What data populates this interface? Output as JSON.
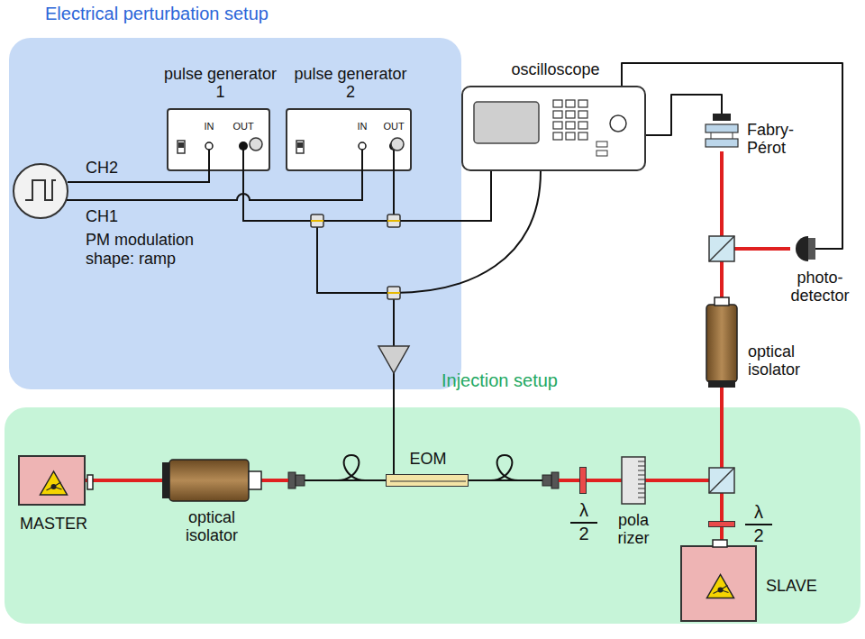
{
  "diagram": {
    "nodes": [
      {
        "text": [
          "Electrical perturbation setup"
        ]
      },
      {
        "text": [
          "pulse generator 1",
          "IN",
          "OUT"
        ],
        "in": 0
      },
      {
        "text": [
          "pulse generator 2",
          "IN",
          "OUT"
        ],
        "in": 0
      },
      {
        "text": [
          "oscilloscope"
        ]
      },
      {
        "text": [
          "Fabry- Pérot"
        ]
      },
      {
        "text": [
          "photo- detector"
        ]
      },
      {
        "text": [
          "optical isolator"
        ]
      },
      {
        "text": [
          "Injection setup"
        ]
      },
      {
        "text": [
          "MASTER"
        ],
        "in": 7
      },
      {
        "text": [
          "optical isolator"
        ],
        "in": 7
      },
      {
        "text": [
          "EOM"
        ],
        "in": 7
      },
      {
        "text": [
          "λ",
          "2"
        ],
        "in": 7
      },
      {
        "text": [
          "pola rizer"
        ],
        "in": 7
      },
      {
        "text": [
          "λ",
          "2"
        ],
        "in": 7
      },
      {
        "text": [
          "SLAVE"
        ],
        "in": 7
      }
    ],
    "edges": [
      {
        "from": 1,
        "to": 3,
        "arrow": "none"
      },
      {
        "from": 1,
        "to": 10,
        "arrow": "none"
      },
      {
        "from": 2,
        "to": 3,
        "arrow": "none"
      },
      {
        "from": 2,
        "to": 10,
        "arrow": "none"
      },
      {
        "from": 4,
        "to": 3,
        "arrow": "none"
      },
      {
        "from": 5,
        "to": 3,
        "arrow": "none"
      },
      {
        "from": 8,
        "to": 9,
        "arrow": "none"
      },
      {
        "from": 9,
        "to": 10,
        "arrow": "none"
      },
      {
        "from": 10,
        "to": 11,
        "arrow": "none"
      },
      {
        "from": 11,
        "to": 12,
        "arrow": "none"
      },
      {
        "from": 12,
        "to": 13,
        "arrow": "none"
      },
      {
        "from": 14,
        "to": 13,
        "arrow": "none"
      },
      {
        "from": 13,
        "to": 6,
        "arrow": "none"
      },
      {
        "from": 6,
        "to": 4,
        "arrow": "none"
      },
      {
        "from": 6,
        "to": 5,
        "arrow": "none"
      }
    ],
    "labels": [
      "CH2",
      "CH1",
      "PM modulation shape: ramp"
    ]
  }
}
